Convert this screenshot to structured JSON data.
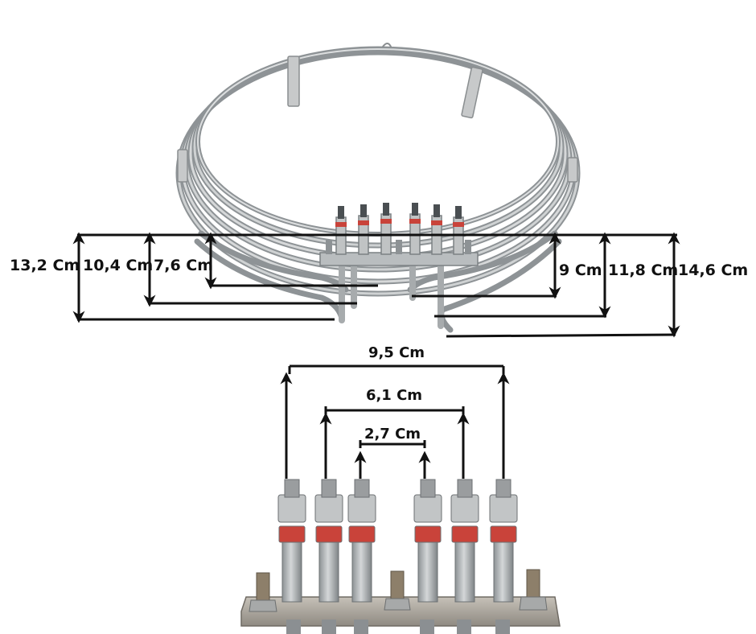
{
  "top_view": {
    "left_dimensions": [
      {
        "label": "13,2 Cm"
      },
      {
        "label": "10,4 Cm"
      },
      {
        "label": "7,6 Cm"
      }
    ],
    "right_dimensions": [
      {
        "label": "9 Cm"
      },
      {
        "label": "11,8 Cm"
      },
      {
        "label": "14,6 Cm"
      }
    ]
  },
  "terminal_view": {
    "spacings": [
      {
        "label": "9,5 Cm"
      },
      {
        "label": "6,1 Cm"
      },
      {
        "label": "2,7 Cm"
      }
    ]
  },
  "colors": {
    "metal": "#b9bdbf",
    "metal_dark": "#7c8184",
    "insulator_red": "#c9433a",
    "line": "#111111"
  }
}
